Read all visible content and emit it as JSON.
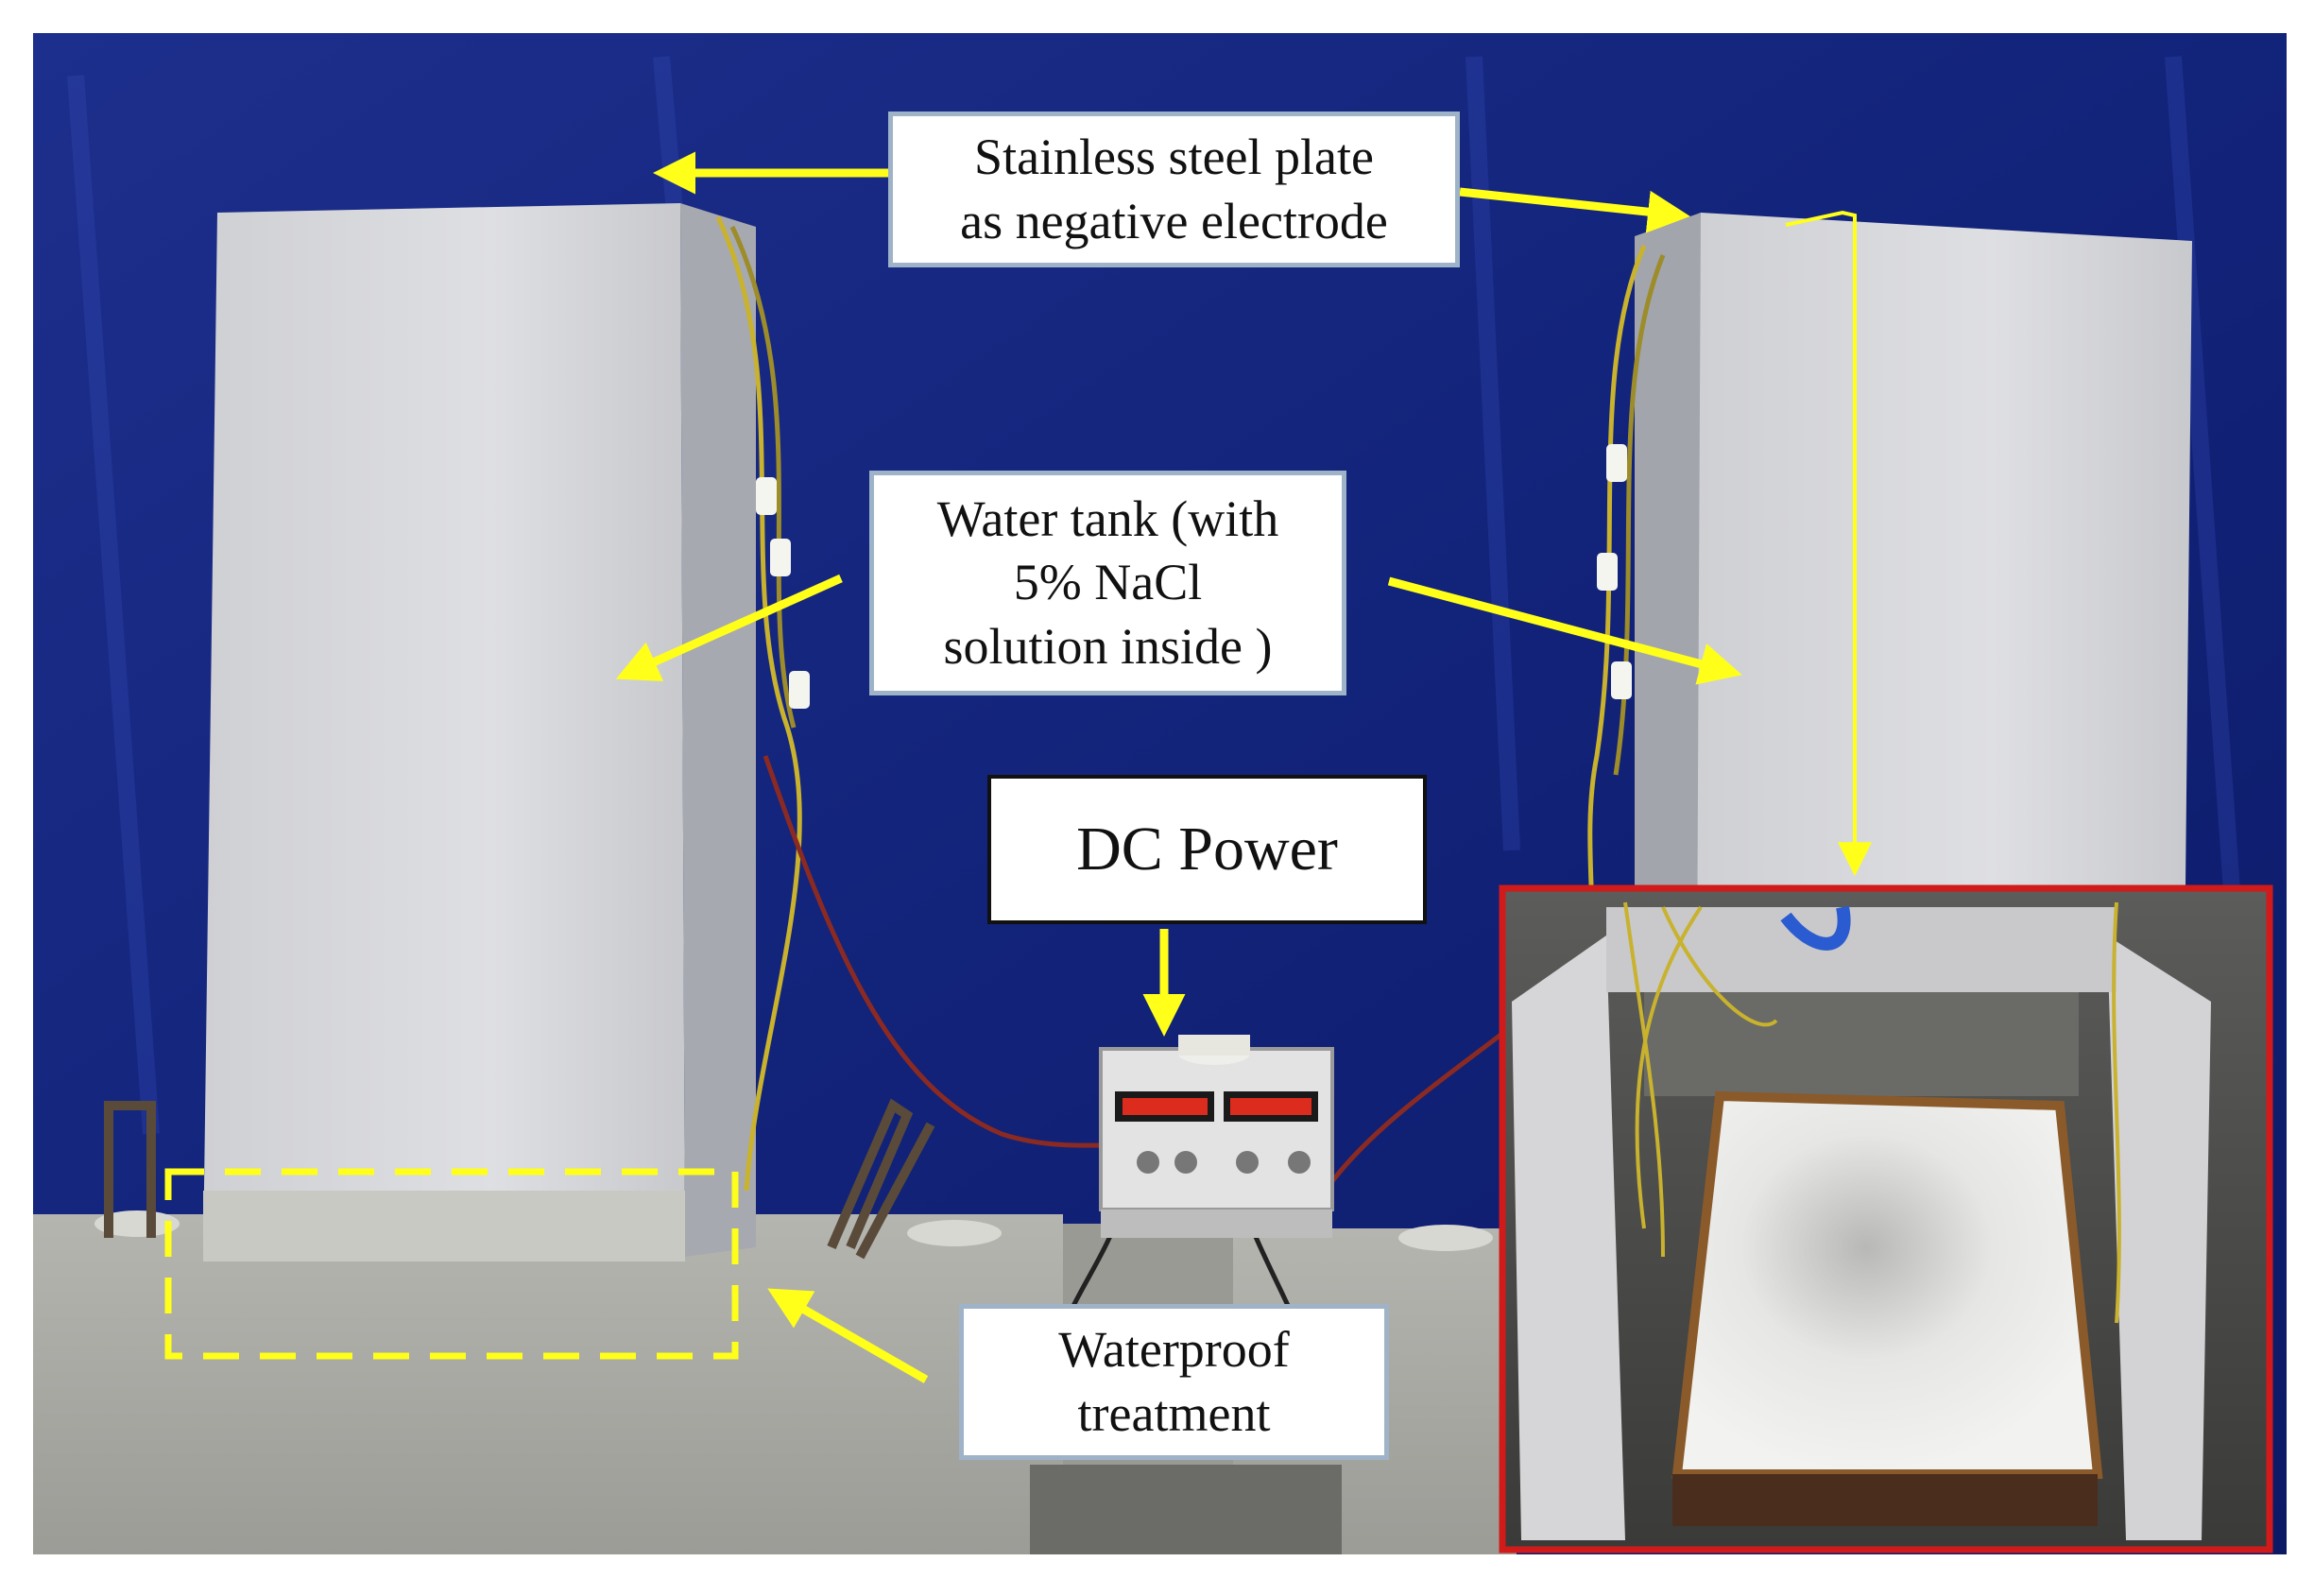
{
  "figure": {
    "labels": {
      "electrode": {
        "line1": "Stainless steel plate",
        "line2": "as negative electrode"
      },
      "tank": {
        "line1": "Water tank (with",
        "line2": "5% NaCl",
        "line3": "solution inside )"
      },
      "power": {
        "text": "DC Power"
      },
      "waterproof": {
        "line1": "Waterproof",
        "line2": "treatment"
      }
    },
    "colors": {
      "backdrop": "#12237a",
      "annotation_arrow": "#ffff1a",
      "inset_border": "#d11a1a",
      "concrete": "#a8a8a3",
      "tank_panel": "#d9d9dd",
      "power_supply": "#e3e3e3",
      "display_digits": "#ff3020"
    },
    "icons": [
      "arrow-icon",
      "dashed-highlight-box",
      "inset-photo-frame"
    ]
  }
}
